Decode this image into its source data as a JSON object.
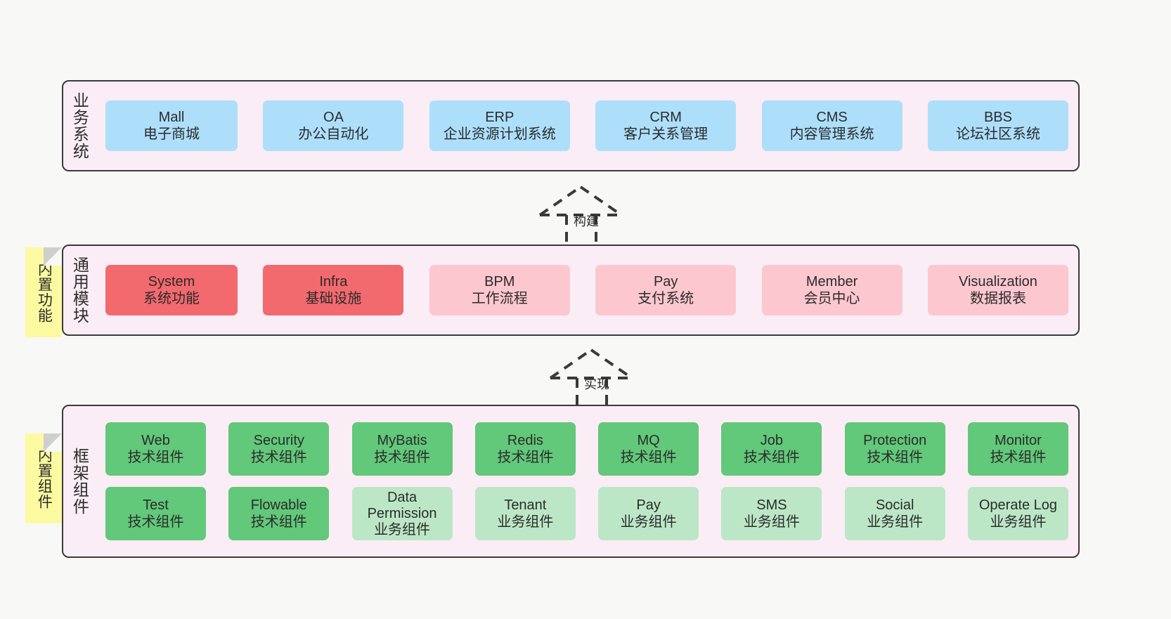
{
  "canvas": {
    "background": "#f8f8f7",
    "layer_fill": "#faedf5",
    "layer_border": "#3a3a3a",
    "note_fill": "#fcfaa0",
    "note_fold": "#cfcfcf"
  },
  "layers": [
    {
      "id": "business",
      "title": "业务系统",
      "rows": [
        {
          "cards": [
            {
              "en": "Mall",
              "cn": "电子商城",
              "color": "#addffb",
              "style": "c-blue"
            },
            {
              "en": "OA",
              "cn": "办公自动化",
              "color": "#addffb",
              "style": "c-blue"
            },
            {
              "en": "ERP",
              "cn": "企业资源计划系统",
              "color": "#addffb",
              "style": "c-blue"
            },
            {
              "en": "CRM",
              "cn": "客户关系管理",
              "color": "#addffb",
              "style": "c-blue"
            },
            {
              "en": "CMS",
              "cn": "内容管理系统",
              "color": "#addffb",
              "style": "c-blue"
            },
            {
              "en": "BBS",
              "cn": "论坛社区系统",
              "color": "#addffb",
              "style": "c-blue"
            }
          ]
        }
      ]
    },
    {
      "id": "common-module",
      "title": "通用模块",
      "note": "内置功能",
      "rows": [
        {
          "cards": [
            {
              "en": "System",
              "cn": "系统功能",
              "color": "#f2696e",
              "style": "c-red"
            },
            {
              "en": "Infra",
              "cn": "基础设施",
              "color": "#f2696e",
              "style": "c-red"
            },
            {
              "en": "BPM",
              "cn": "工作流程",
              "color": "#fcc7cf",
              "style": "c-pink"
            },
            {
              "en": "Pay",
              "cn": "支付系统",
              "color": "#fcc7cf",
              "style": "c-pink"
            },
            {
              "en": "Member",
              "cn": "会员中心",
              "color": "#fcc7cf",
              "style": "c-pink"
            },
            {
              "en": "Visualization",
              "cn": "数据报表",
              "color": "#fcc7cf",
              "style": "c-pink"
            }
          ]
        }
      ]
    },
    {
      "id": "framework-component",
      "title": "框架组件",
      "note": "内置组件",
      "rows": [
        {
          "cards": [
            {
              "en": "Web",
              "cn": "技术组件",
              "color": "#62c87a",
              "style": "c-green"
            },
            {
              "en": "Security",
              "cn": "技术组件",
              "color": "#62c87a",
              "style": "c-green"
            },
            {
              "en": "MyBatis",
              "cn": "技术组件",
              "color": "#62c87a",
              "style": "c-green"
            },
            {
              "en": "Redis",
              "cn": "技术组件",
              "color": "#62c87a",
              "style": "c-green"
            },
            {
              "en": "MQ",
              "cn": "技术组件",
              "color": "#62c87a",
              "style": "c-green"
            },
            {
              "en": "Job",
              "cn": "技术组件",
              "color": "#62c87a",
              "style": "c-green"
            },
            {
              "en": "Protection",
              "cn": "技术组件",
              "color": "#62c87a",
              "style": "c-green"
            },
            {
              "en": "Monitor",
              "cn": "技术组件",
              "color": "#62c87a",
              "style": "c-green"
            }
          ]
        },
        {
          "cards": [
            {
              "en": "Test",
              "cn": "技术组件",
              "color": "#62c87a",
              "style": "c-green"
            },
            {
              "en": "Flowable",
              "cn": "技术组件",
              "color": "#62c87a",
              "style": "c-green"
            },
            {
              "en": "Data Permission",
              "cn": "业务组件",
              "color": "#bce7c6",
              "style": "c-greenlight"
            },
            {
              "en": "Tenant",
              "cn": "业务组件",
              "color": "#bce7c6",
              "style": "c-greenlight"
            },
            {
              "en": "Pay",
              "cn": "业务组件",
              "color": "#bce7c6",
              "style": "c-greenlight"
            },
            {
              "en": "SMS",
              "cn": "业务组件",
              "color": "#bce7c6",
              "style": "c-greenlight"
            },
            {
              "en": "Social",
              "cn": "业务组件",
              "color": "#bce7c6",
              "style": "c-greenlight"
            },
            {
              "en": "Operate Log",
              "cn": "业务组件",
              "color": "#bce7c6",
              "style": "c-greenlight"
            }
          ]
        }
      ]
    }
  ],
  "connectors": [
    {
      "id": "build",
      "label": "构建",
      "style": "dashed-hollow-triangle"
    },
    {
      "id": "implement",
      "label": "实现",
      "style": "dashed-hollow-triangle"
    }
  ]
}
